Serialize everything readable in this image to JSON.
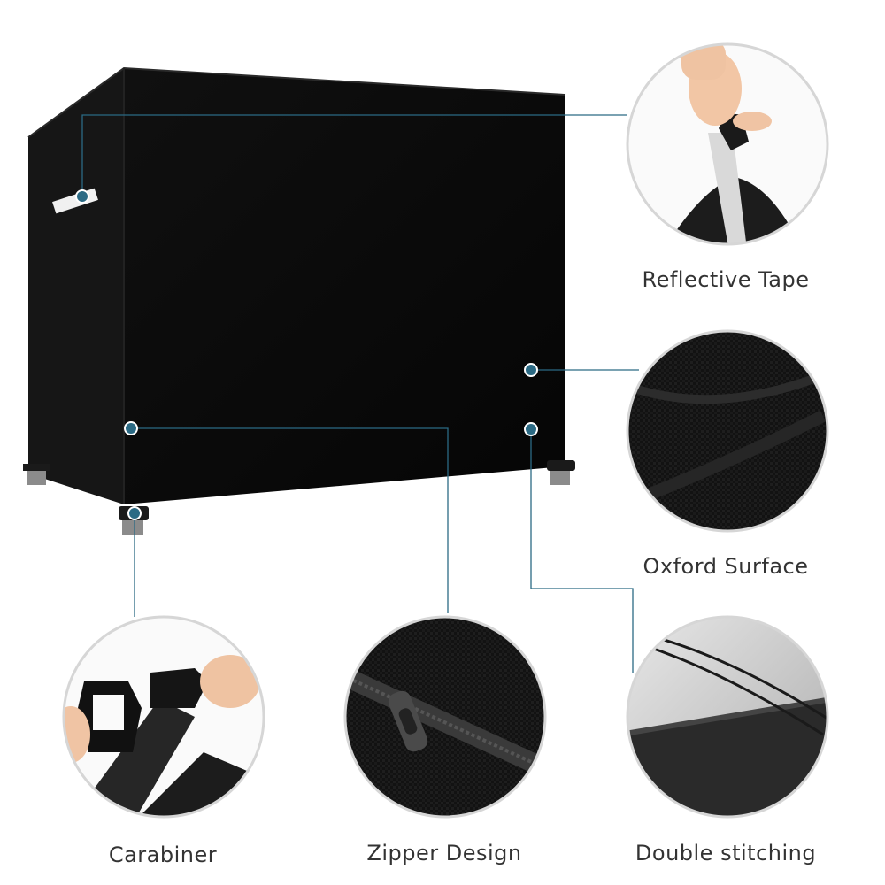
{
  "colors": {
    "cover": "#0d0d0d",
    "leader_line": "#2b6a84",
    "circle_border": "#d6d6d6",
    "label_text": "#333333"
  },
  "features": [
    {
      "id": "reflective",
      "label": "Reflective Tape"
    },
    {
      "id": "oxford",
      "label": "Oxford Surface"
    },
    {
      "id": "carabiner",
      "label": "Carabiner"
    },
    {
      "id": "zipper",
      "label": "Zipper Design"
    },
    {
      "id": "stitch",
      "label": "Double stitching"
    }
  ]
}
